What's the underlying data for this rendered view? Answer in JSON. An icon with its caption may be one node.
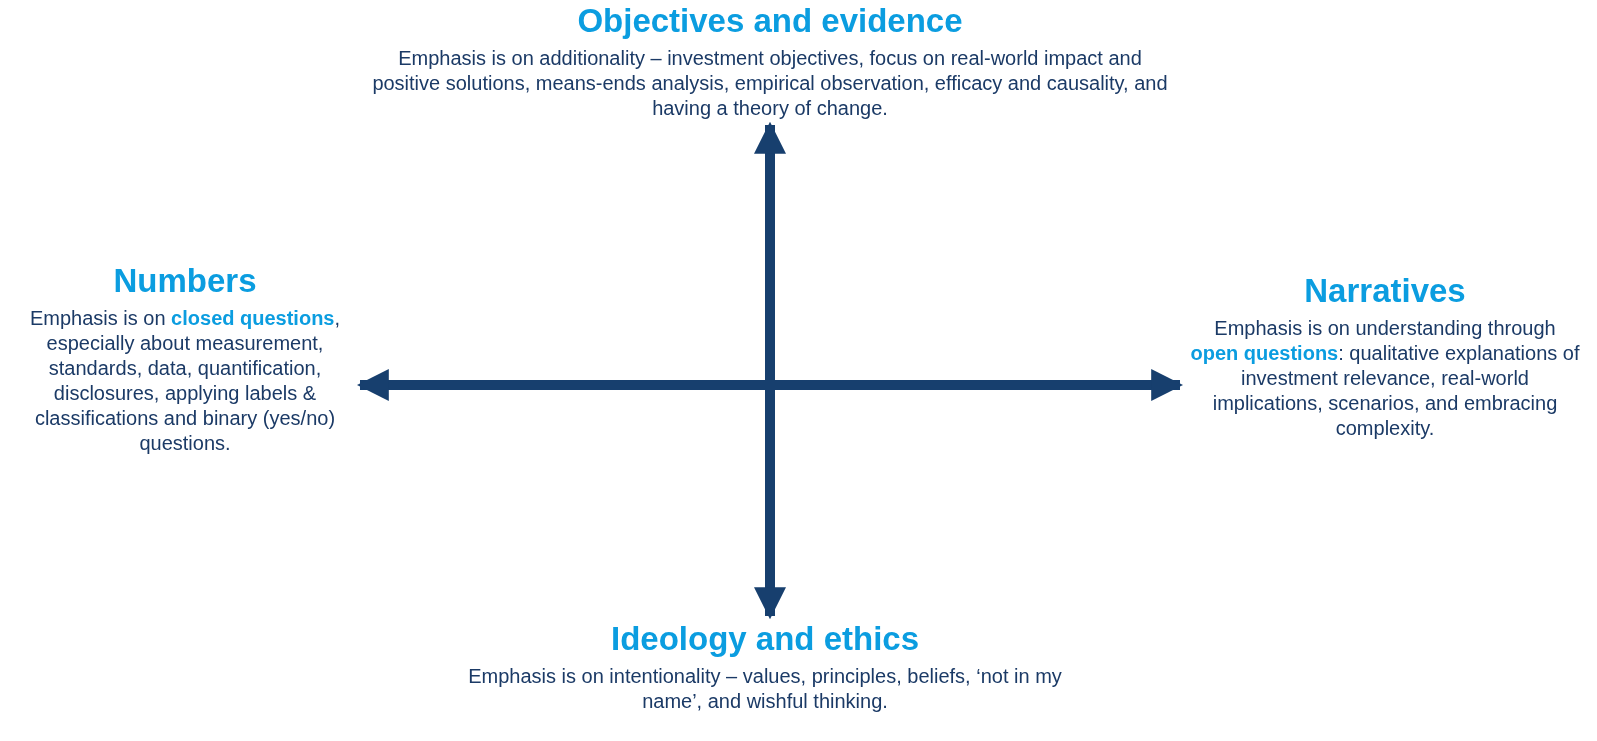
{
  "diagram": {
    "nodes": [
      {
        "text": [
          "Objectives and evidence",
          "Emphasis is on additionality – investment objectives, focus on real-world impact and positive solutions, means-ends analysis, empirical observation, efficacy and causality, and having a theory of change."
        ]
      },
      {
        "text": [
          "Numbers",
          "Emphasis is on **closed questions**, especially about measurement, standards, data, quantification, disclosures, applying labels & classifications and binary (yes/no) questions."
        ]
      },
      {
        "text": [
          "Narratives",
          "Emphasis is on understanding through **open questions**: qualitative explanations of investment relevance, real-world implications, scenarios, and embracing complexity."
        ]
      },
      {
        "text": [
          "Ideology and ethics",
          "Emphasis is on intentionality – values, principles, beliefs, ‘not in my name’, and wishful thinking."
        ]
      }
    ],
    "edges": [
      {
        "from": 0,
        "to": 3,
        "arrow": "both"
      },
      {
        "from": 1,
        "to": 2,
        "arrow": "both"
      }
    ]
  }
}
